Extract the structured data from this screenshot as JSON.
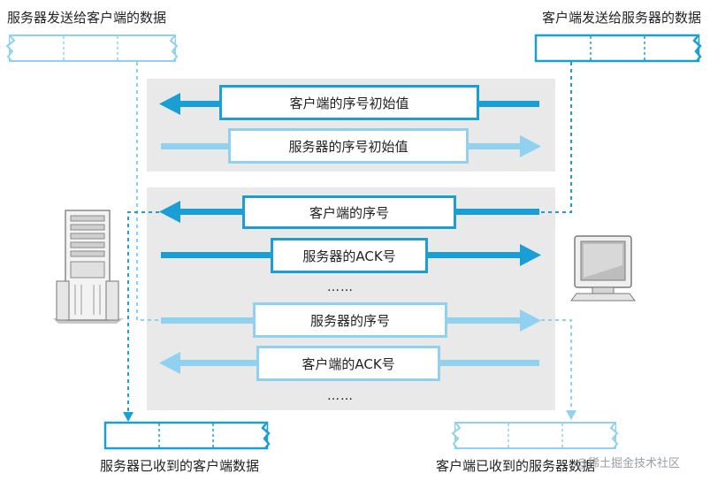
{
  "labels": {
    "server_send": "服务器发送给客户端的数据",
    "client_send": "客户端发送给服务器的数据",
    "server_received": "服务器已收到的客户端数据",
    "client_received": "客户端已收到的服务器数据"
  },
  "messages": {
    "client_initial_seq": "客户端的序号初始值",
    "server_initial_seq": "服务器的序号初始值",
    "client_seq": "客户端的序号",
    "server_ack": "服务器的ACK号",
    "ellipsis_1": "……",
    "server_seq": "服务器的序号",
    "client_ack": "客户端的ACK号",
    "ellipsis_2": "……"
  },
  "icons": {
    "server": "server-tower-icon",
    "client": "desktop-monitor-icon"
  },
  "colors": {
    "dark_blue": "#1a9ed6",
    "light_blue": "#8fd1ef",
    "panel_gray": "#e9e9e9"
  },
  "watermark": "@稀土掘金技术社区"
}
